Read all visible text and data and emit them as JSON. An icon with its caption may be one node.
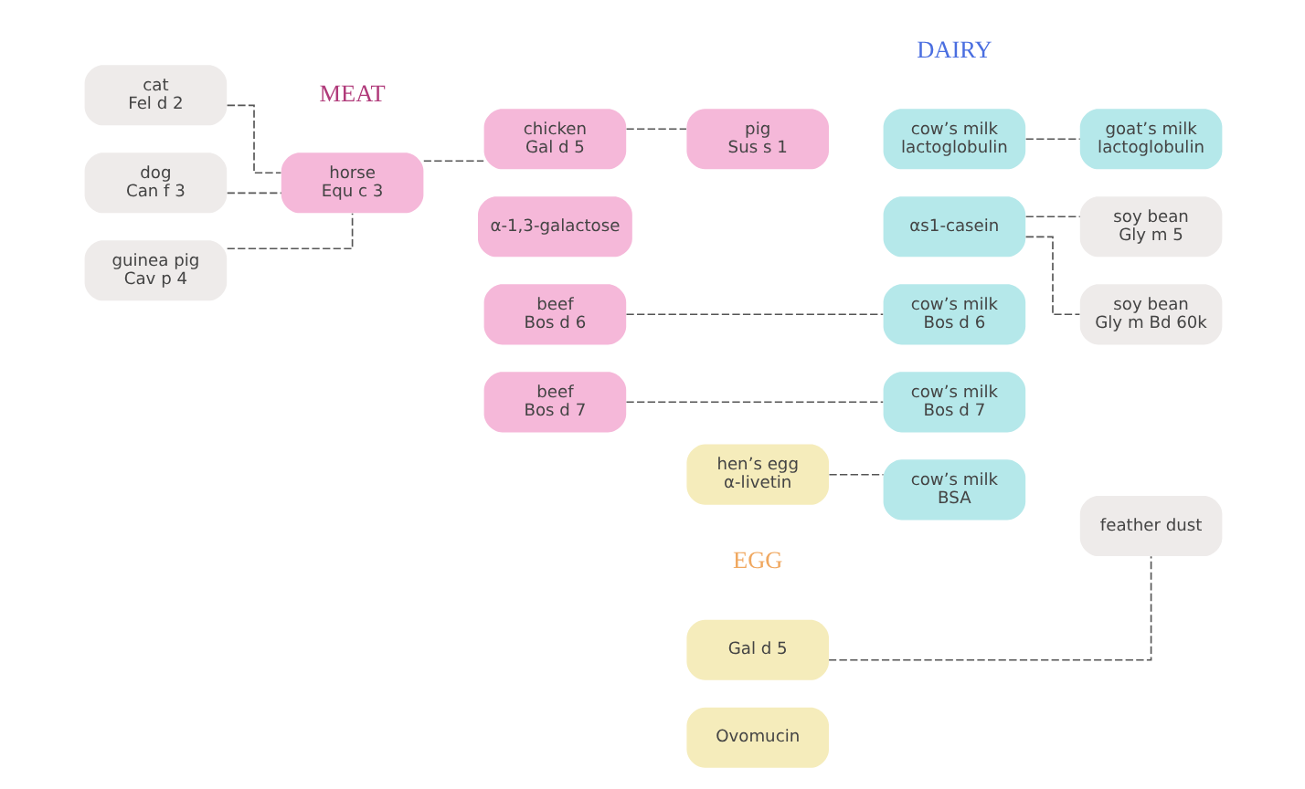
{
  "diagram": {
    "nodes": [
      {
        "text": [
          "cat",
          "Fel d 2"
        ]
      },
      {
        "text": [
          "horse",
          "Equ c 3"
        ]
      },
      {
        "text": [
          "chicken",
          "Gal d 5"
        ]
      },
      {
        "text": [
          "pig",
          "Sus s 1"
        ]
      },
      {
        "text": [
          "cow’s milk",
          "lactoglobulin"
        ]
      },
      {
        "text": [
          "goat’s milk",
          "lactoglobulin"
        ]
      },
      {
        "text": [
          "dog",
          "Can f 3"
        ]
      },
      {
        "text": [
          "α-1,3-galactose"
        ]
      },
      {
        "text": [
          "αs1-casein"
        ]
      },
      {
        "text": [
          "soy bean",
          "Gly m 5"
        ]
      },
      {
        "text": [
          "guinea pig",
          "Cav p 4"
        ]
      },
      {
        "text": [
          "beef",
          "Bos d 6"
        ]
      },
      {
        "text": [
          "cow’s milk",
          "Bos d 6"
        ]
      },
      {
        "text": [
          "soy bean",
          "Gly m Bd 60k"
        ]
      },
      {
        "text": [
          "beef",
          "Bos d 7"
        ]
      },
      {
        "text": [
          "cow’s milk",
          "Bos d 7"
        ]
      },
      {
        "text": [
          "hen’s egg",
          "α-livetin"
        ]
      },
      {
        "text": [
          "cow’s milk",
          "BSA"
        ]
      },
      {
        "text": [
          "Gal d 5"
        ]
      },
      {
        "text": [
          "feather dust"
        ]
      },
      {
        "text": [
          "Ovomucin"
        ]
      }
    ],
    "edges": [
      {
        "from": 0,
        "to": 1,
        "arrow": "none",
        "style": "dashed"
      },
      {
        "from": 6,
        "to": 1,
        "arrow": "none",
        "style": "dashed"
      },
      {
        "from": 10,
        "to": 1,
        "arrow": "none",
        "style": "dashed"
      },
      {
        "from": 1,
        "to": 2,
        "arrow": "none",
        "style": "dashed"
      },
      {
        "from": 2,
        "to": 3,
        "arrow": "none",
        "style": "dashed"
      },
      {
        "from": 4,
        "to": 5,
        "arrow": "none",
        "style": "dashed"
      },
      {
        "from": 8,
        "to": 9,
        "arrow": "none",
        "style": "dashed"
      },
      {
        "from": 8,
        "to": 13,
        "arrow": "none",
        "style": "dashed"
      },
      {
        "from": 11,
        "to": 12,
        "arrow": "none",
        "style": "dashed"
      },
      {
        "from": 14,
        "to": 15,
        "arrow": "none",
        "style": "dashed"
      },
      {
        "from": 16,
        "to": 17,
        "arrow": "none",
        "style": "dashed"
      },
      {
        "from": 18,
        "to": 19,
        "arrow": "none",
        "style": "dashed"
      }
    ],
    "labels": [
      "MEAT",
      "DAIRY",
      "EGG"
    ]
  }
}
